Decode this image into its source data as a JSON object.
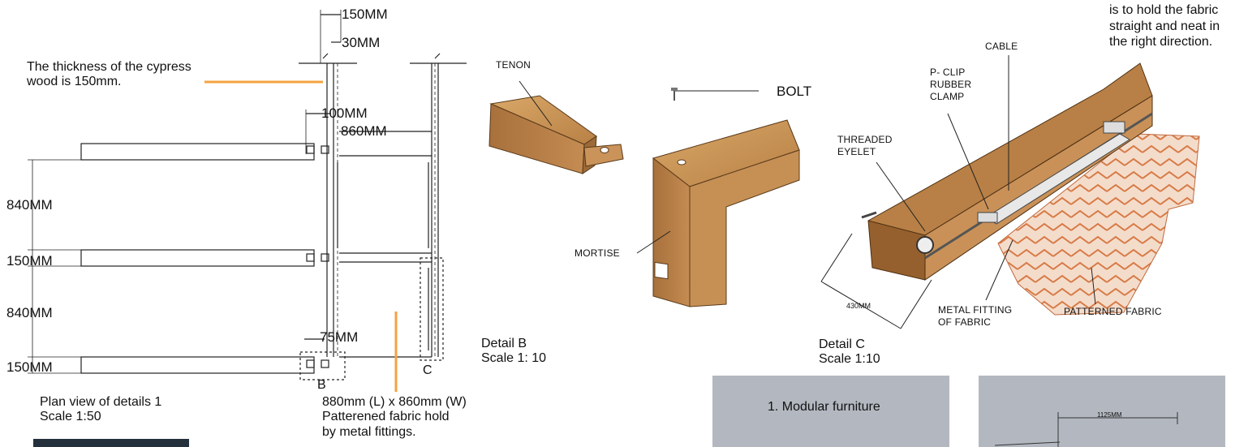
{
  "plan": {
    "dims": {
      "top_thickness": "150MM",
      "inner": "30MM",
      "post": "100MM",
      "span": "860MM",
      "bay1": "840MM",
      "rail1": "150MM",
      "bay2": "840MM",
      "rail2": "150MM",
      "small": "75MM"
    },
    "note_cypress": "The thickness of the cypress\nwood is 150mm.",
    "label_b": "B",
    "label_c": "C",
    "caption": "Plan view of details 1\nScale 1:50",
    "fabric_note": "880mm (L) x 860mm (W)\nPatterened fabric hold\nby metal fittings."
  },
  "detail_b": {
    "tenon": "TENON",
    "bolt": "BOLT",
    "mortise": "MORTISE",
    "caption": "Detail B\nScale 1: 10"
  },
  "detail_c": {
    "top_note": "is to hold the fabric\nstraight and neat in\nthe right direction.",
    "cable": "CABLE",
    "pclip": "P- CLIP\nRUBBER\nCLAMP",
    "eyelet": "THREADED\nEYELET",
    "dim": "430MM",
    "metal": "METAL FITTING\nOF FABRIC",
    "fabric": "PATTERNED FABRIC",
    "caption": "Detail C\nScale 1:10"
  },
  "panels": {
    "modular": "1. Modular furniture",
    "sketch_dim": "1125MM"
  },
  "colors": {
    "accent_orange": "#f4a340",
    "wood": "#c7935a",
    "wood_dark": "#8f5e31",
    "fabric": "#e9b48e",
    "panel_grey": "#b3b8c0",
    "nav_dark": "#25303d"
  }
}
